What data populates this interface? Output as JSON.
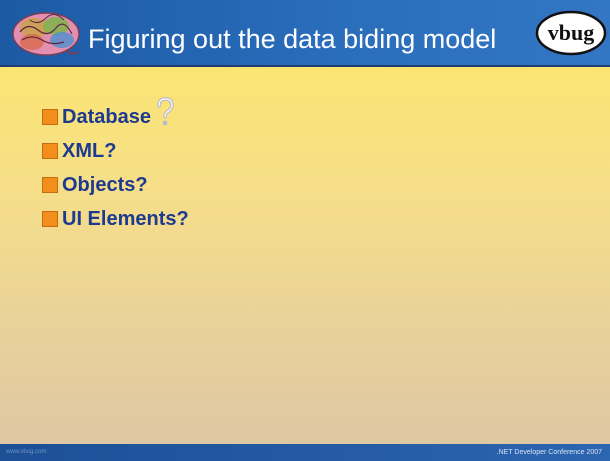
{
  "slide": {
    "title": "Figuring out the data biding model",
    "bullets": [
      {
        "label": "Database"
      },
      {
        "label": "XML?"
      },
      {
        "label": "Objects?"
      },
      {
        "label": "UI Elements?"
      }
    ],
    "bullet_color": "#f28f1c",
    "text_color": "#1e3a8f"
  },
  "logos": {
    "vbug_text": "vbug"
  },
  "footer": {
    "left_text": "www.vbug.com",
    "right_text": ".NET Developer Conference 2007"
  },
  "colors": {
    "header": "#2a6dbb",
    "background": "#f6df88"
  }
}
